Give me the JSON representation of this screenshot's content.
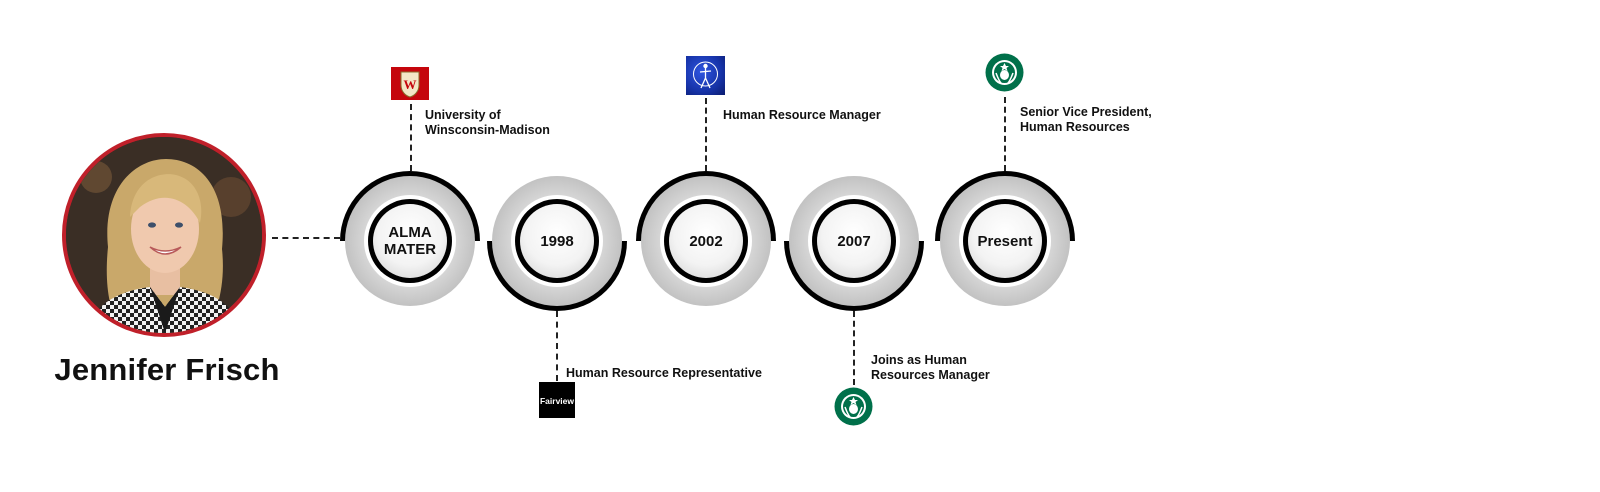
{
  "person": {
    "name": "Jennifer Frisch"
  },
  "milestones": [
    {
      "badge": "ALMA\nMATER",
      "label": "University of\nWinsconsin-Madison"
    },
    {
      "badge": "1998",
      "label": "Human Resource Representative"
    },
    {
      "badge": "2002",
      "label": "Human Resource Manager"
    },
    {
      "badge": "2007",
      "label": "Joins as Human\nResources Manager"
    },
    {
      "badge": "Present",
      "label": "Senior Vice President,\nHuman Resources"
    }
  ],
  "logos": {
    "fairview": "Fairview"
  },
  "colors": {
    "portrait_border": "#c0202a",
    "uw_red": "#c5050c",
    "starbucks_green": "#00704a",
    "blue_logo": "#1633a8"
  },
  "icons": [
    "uw-crest-icon",
    "fairview-logo",
    "blue-figure-logo-icon",
    "starbucks-logo-icon"
  ]
}
